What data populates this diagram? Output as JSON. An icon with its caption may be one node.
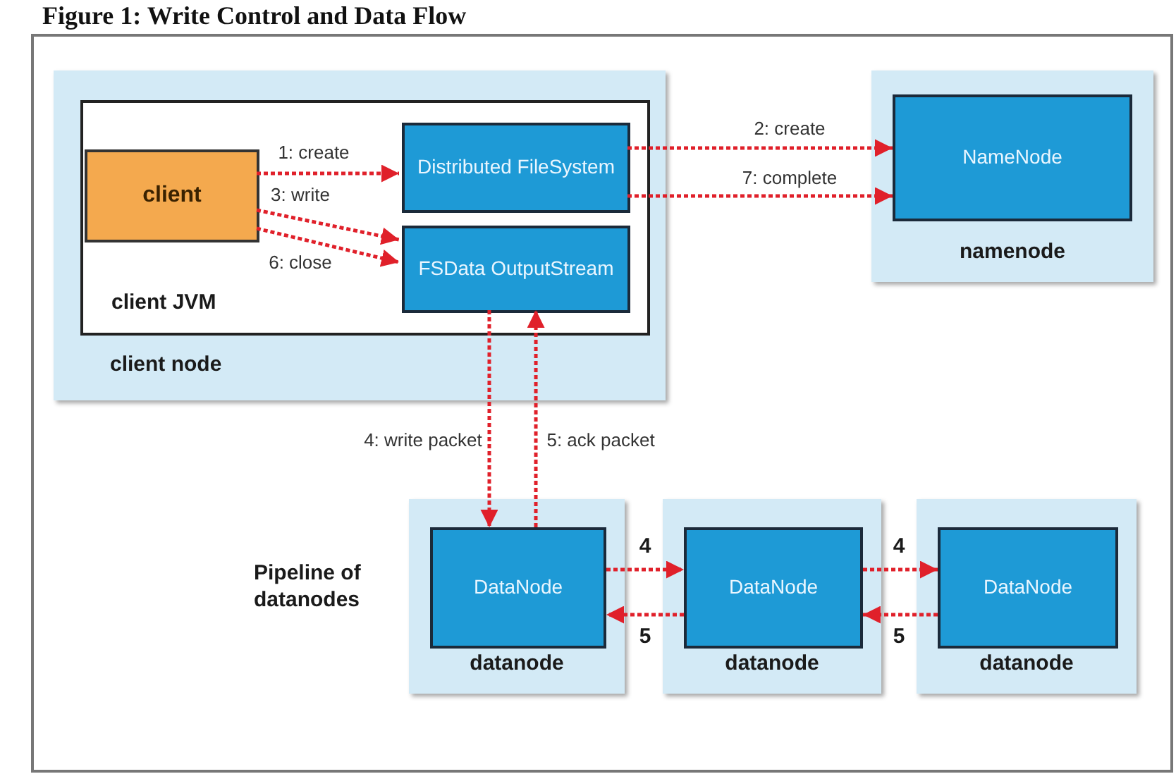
{
  "diagram": {
    "title": "Figure 1: Write Control and Data Flow",
    "nodes": [
      {
        "text": [
          "client node"
        ]
      },
      {
        "text": [
          "client JVM"
        ],
        "in": 0
      },
      {
        "text": [
          "client"
        ],
        "in": 1
      },
      {
        "text": [
          "Distributed FileSystem"
        ],
        "in": 1
      },
      {
        "text": [
          "FSData OutputStream"
        ],
        "in": 1
      },
      {
        "text": [
          "namenode"
        ]
      },
      {
        "text": [
          "NameNode"
        ],
        "in": 5
      },
      {
        "text": [
          "datanode"
        ]
      },
      {
        "text": [
          "DataNode"
        ],
        "in": 7
      },
      {
        "text": [
          "datanode"
        ]
      },
      {
        "text": [
          "DataNode"
        ],
        "in": 9
      },
      {
        "text": [
          "datanode"
        ]
      },
      {
        "text": [
          "DataNode"
        ],
        "in": 11
      }
    ],
    "edges": [
      {
        "from": 2,
        "to": 3,
        "arrow": "to",
        "label": "1: create",
        "style": "dashed"
      },
      {
        "from": 3,
        "to": 6,
        "arrow": "to",
        "label": "2: create",
        "style": "dashed"
      },
      {
        "from": 2,
        "to": 4,
        "arrow": "to",
        "label": "3: write",
        "style": "dashed"
      },
      {
        "from": 4,
        "to": 8,
        "arrow": "to",
        "label": "4: write packet",
        "style": "dashed"
      },
      {
        "from": 8,
        "to": 10,
        "arrow": "to",
        "label": "4",
        "style": "dashed"
      },
      {
        "from": 10,
        "to": 12,
        "arrow": "to",
        "label": "4",
        "style": "dashed"
      },
      {
        "from": 12,
        "to": 10,
        "arrow": "to",
        "label": "5",
        "style": "dashed"
      },
      {
        "from": 10,
        "to": 8,
        "arrow": "to",
        "label": "5",
        "style": "dashed"
      },
      {
        "from": 8,
        "to": 4,
        "arrow": "to",
        "label": "5: ack packet",
        "style": "dashed"
      },
      {
        "from": 2,
        "to": 4,
        "arrow": "to",
        "label": "6: close",
        "style": "dashed"
      },
      {
        "from": 3,
        "to": 6,
        "arrow": "to",
        "label": "7: complete",
        "style": "dashed"
      }
    ],
    "labels": [
      "Pipeline of datanodes"
    ]
  }
}
